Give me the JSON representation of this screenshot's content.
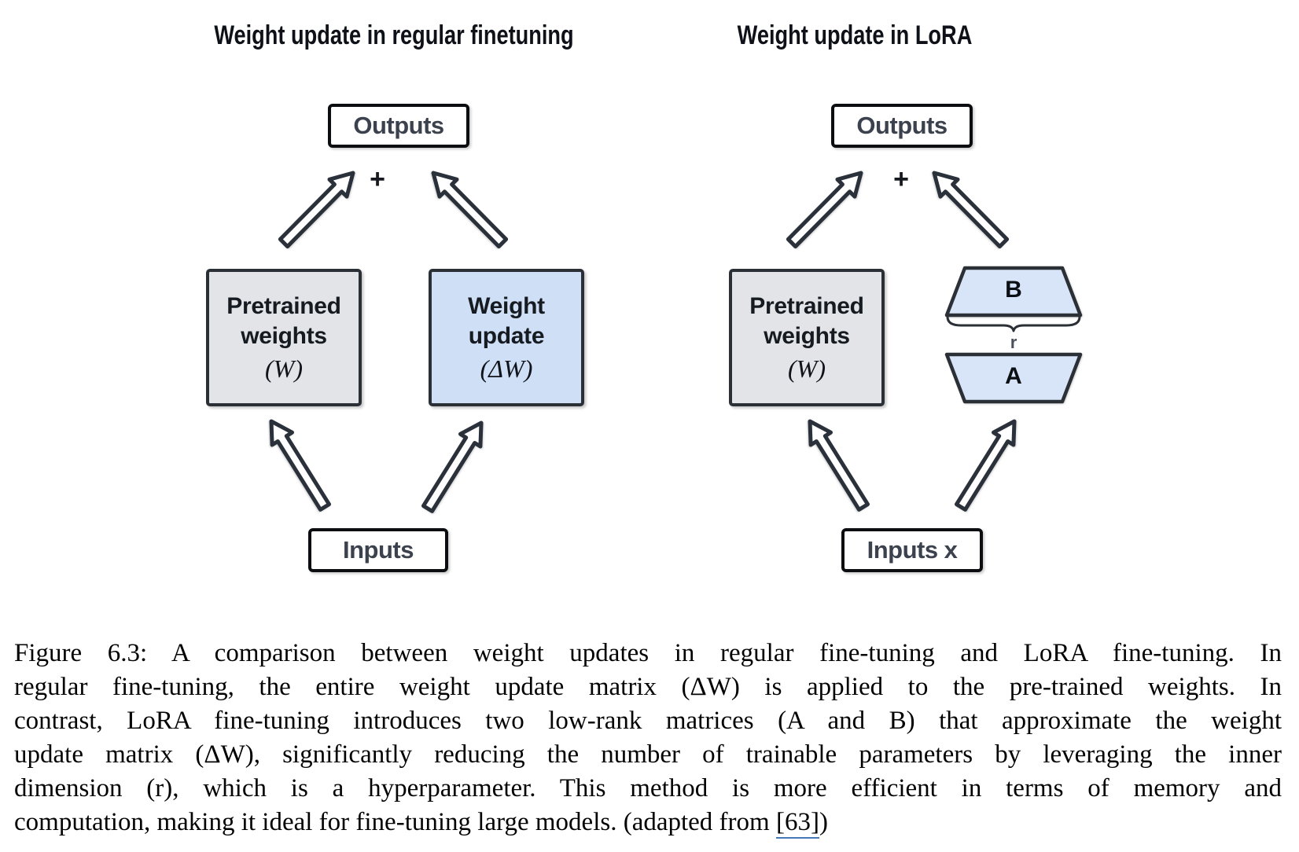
{
  "figure": {
    "left_panel": {
      "title": "Weight update in regular finetuning",
      "outputs_label": "Outputs",
      "plus_sign": "+",
      "pretrained_box": {
        "line1": "Pretrained",
        "line2": "weights",
        "math": "(W)"
      },
      "weight_update_box": {
        "line1": "Weight",
        "line2": "update",
        "math": "(ΔW)"
      },
      "inputs_label": "Inputs"
    },
    "right_panel": {
      "title": "Weight update in LoRA",
      "outputs_label": "Outputs",
      "plus_sign": "+",
      "pretrained_box": {
        "line1": "Pretrained",
        "line2": "weights",
        "math": "(W)"
      },
      "matrix_b_label": "B",
      "inner_dimension_label": "r",
      "matrix_a_label": "A",
      "inputs_label": "Inputs x"
    }
  },
  "caption": {
    "lines": [
      "Figure 6.3: A comparison between weight updates in regular fine-tuning and LoRA fine-tuning. In",
      "regular fine-tuning, the entire weight update matrix (ΔW) is applied to the pre-trained weights. In",
      "contrast, LoRA fine-tuning introduces two low-rank matrices (A and B) that approximate the weight",
      "update matrix (ΔW), significantly reducing the number of trainable parameters by leveraging the inner",
      "dimension (r), which is a hyperparameter. This method is more efficient in terms of memory and"
    ],
    "last_line": {
      "text": "computation, making it ideal for fine-tuning large models. (adapted from ",
      "citation": "[63]",
      "closing": ")"
    }
  },
  "colors": {
    "pretrained_box_fill": "#e2e4e7",
    "weight_update_box_fill": "#cfe0f6",
    "lora_matrix_fill": "#d8e5f8",
    "outline_dark": "#2b3037",
    "citation_link_blue": "#4579b6"
  }
}
